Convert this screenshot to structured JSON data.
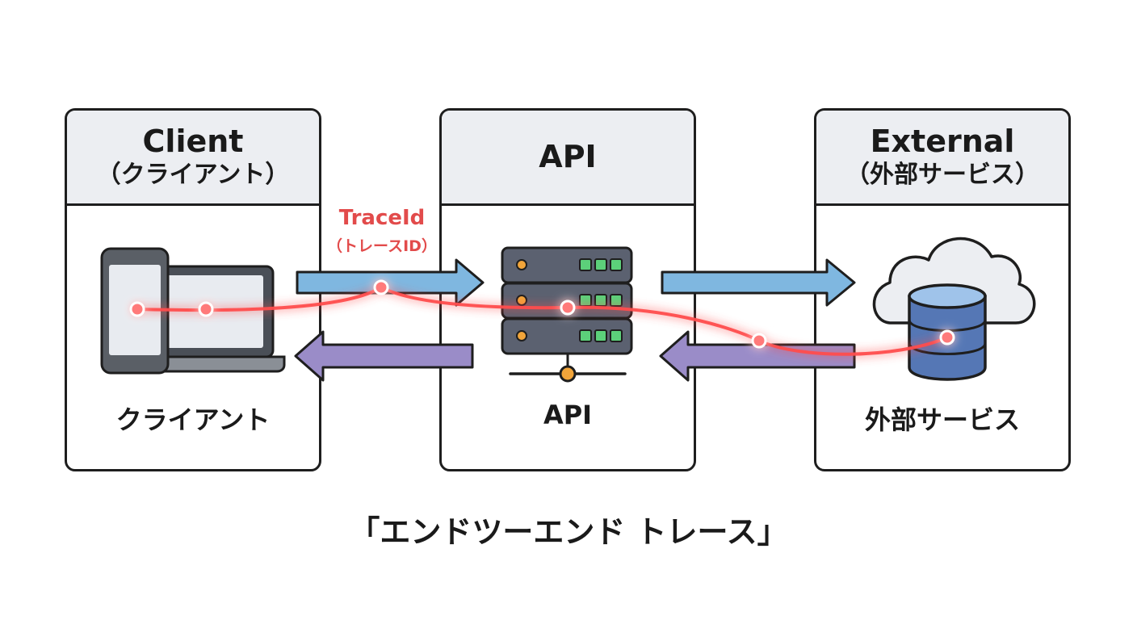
{
  "components": {
    "client": {
      "title": "Client",
      "subtitle": "（クライアント）",
      "label": "クライアント"
    },
    "api": {
      "title": "API",
      "subtitle": "",
      "label": "API"
    },
    "external": {
      "title": "External",
      "subtitle": "（外部サービス）",
      "label": "外部サービス"
    }
  },
  "trace": {
    "title": "TraceId",
    "subtitle": "（トレースID）"
  },
  "caption": "「エンドツーエンド トレース」",
  "colors": {
    "request_arrow": "#7fb7e0",
    "response_arrow": "#9a8cc8",
    "trace_line": "#ff4d4d",
    "header_bg": "#eceef2",
    "outline": "#1e1e1e"
  },
  "icons": {
    "client": "phone-laptop-icon",
    "api": "server-rack-icon",
    "external": "cloud-database-icon"
  }
}
